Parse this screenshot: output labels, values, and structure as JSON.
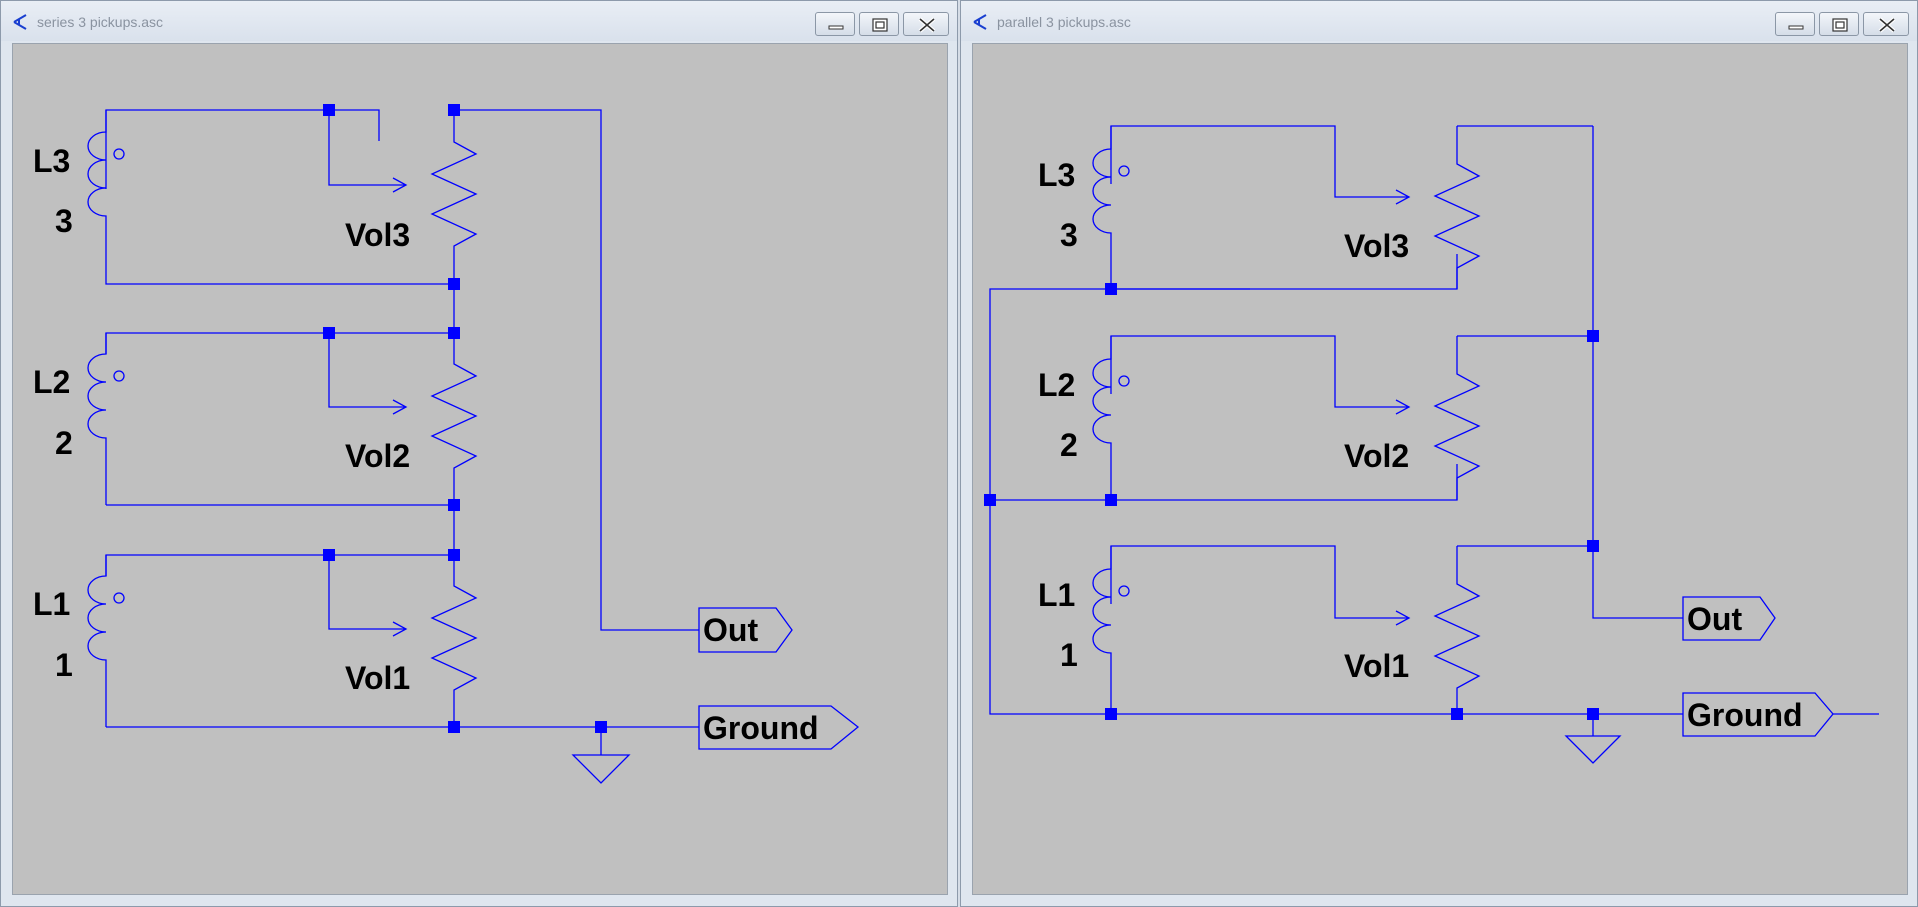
{
  "colors": {
    "wire": "#0000ff",
    "canvas": "#c0c0c0",
    "label": "#000000"
  },
  "icons": {
    "app": "ltspice-icon",
    "minimize": "minimize-icon",
    "maximize": "maximize-icon",
    "close": "close-icon"
  },
  "left_window": {
    "title": "series 3 pickups.asc",
    "labels": {
      "l3_name": "L3",
      "l3_value": "3",
      "vol3": "Vol3",
      "l2_name": "L2",
      "l2_value": "2",
      "vol2": "Vol2",
      "l1_name": "L1",
      "l1_value": "1",
      "vol1": "Vol1",
      "out": "Out",
      "ground": "Ground"
    }
  },
  "right_window": {
    "title": "parallel 3 pickups.asc",
    "labels": {
      "l3_name": "L3",
      "l3_value": "3",
      "vol3": "Vol3",
      "l2_name": "L2",
      "l2_value": "2",
      "vol2": "Vol2",
      "l1_name": "L1",
      "l1_value": "1",
      "vol1": "Vol1",
      "out": "Out",
      "ground": "Ground"
    }
  }
}
